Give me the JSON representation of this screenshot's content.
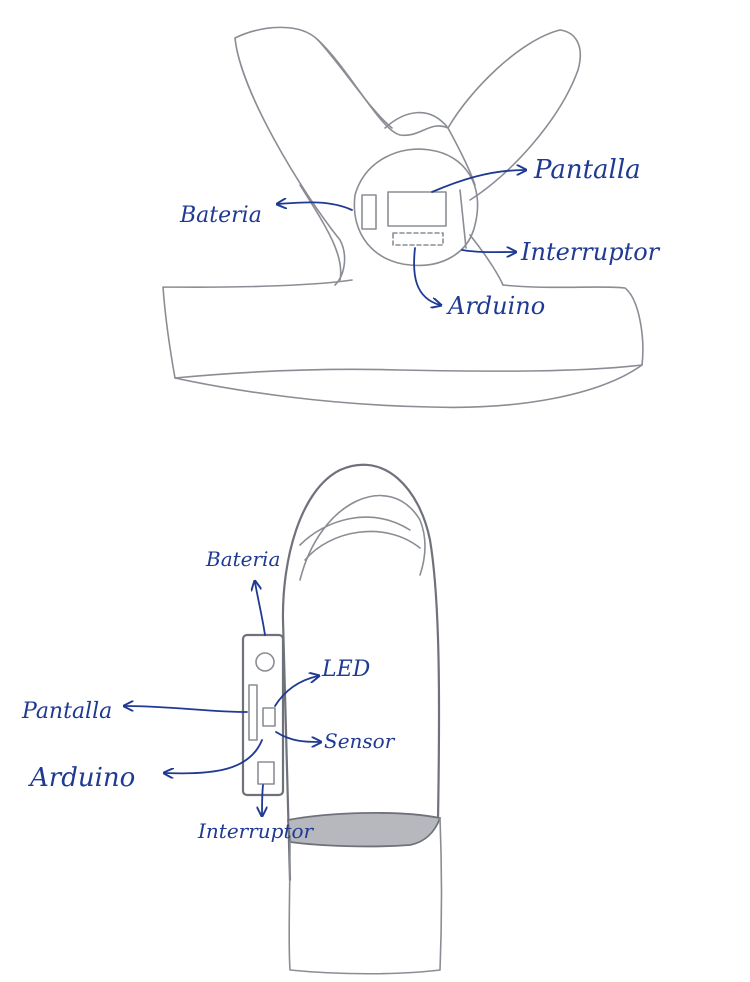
{
  "colors": {
    "ink": "#1f3a93",
    "pencil": "#8a8d94",
    "paper": "#ffffff"
  },
  "top_drawing": {
    "labels": {
      "bateria": "Bateria",
      "pantalla": "Pantalla",
      "interruptor": "Interruptor",
      "arduino": "Arduino"
    }
  },
  "bottom_drawing": {
    "labels": {
      "bateria": "Bateria",
      "led": "LED",
      "pantalla": "Pantalla",
      "sensor": "Sensor",
      "arduino": "Arduino",
      "interruptor": "Interruptor"
    }
  }
}
